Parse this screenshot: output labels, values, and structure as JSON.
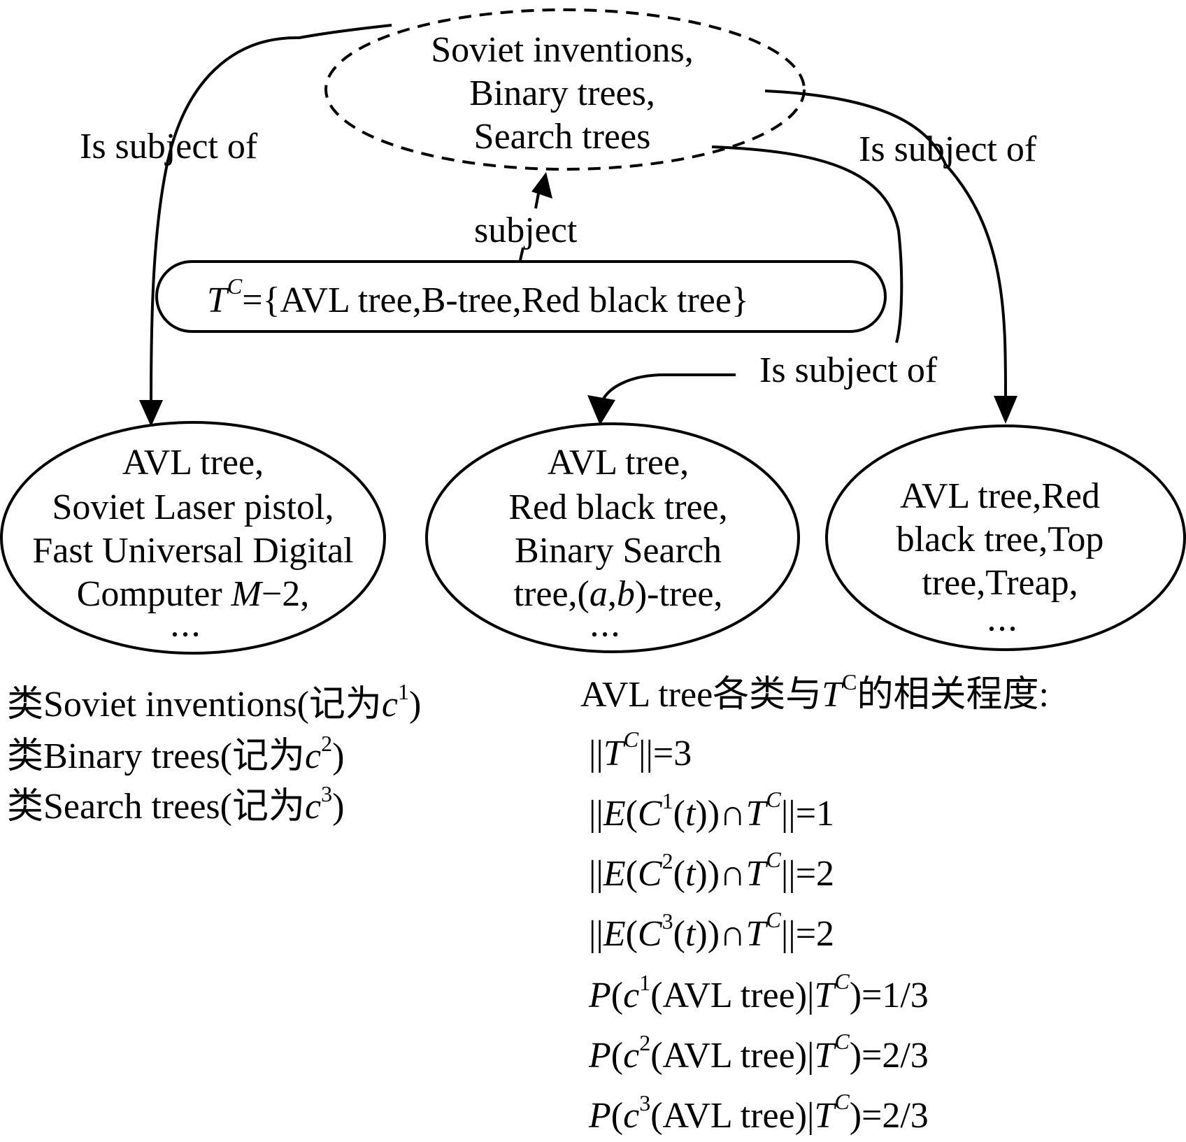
{
  "top_node": {
    "lines": [
      "Soviet inventions,",
      "Binary trees,",
      "Search trees"
    ]
  },
  "edges": {
    "left_label": "Is subject of",
    "right_label": "Is subject of",
    "middle_label": "Is subject of",
    "subject_label": "subject"
  },
  "tc_box": {
    "symbol": "T",
    "superscript": "C",
    "text": "={AVL tree,B-tree,Red black tree}"
  },
  "left_node": {
    "lines": [
      "AVL tree,",
      "Soviet Laser pistol,",
      "Fast Universal Digital"
    ],
    "line4_prefix": "Computer ",
    "line4_italic": "M",
    "line4_suffix": "−2,",
    "ellipsis": "•••"
  },
  "middle_node": {
    "lines": [
      "AVL tree,",
      "Red black tree,",
      "Binary Search"
    ],
    "line4_prefix": "tree,(",
    "line4_a": "a",
    "line4_comma": ",",
    "line4_b": "b",
    "line4_suffix": ")-tree,",
    "ellipsis": "•••"
  },
  "right_node": {
    "lines": [
      "AVL tree,Red",
      "black tree,Top",
      "tree,Treap,"
    ],
    "ellipsis": "•••"
  },
  "class_list": {
    "prefix": "类",
    "note_open": "(记为",
    "var": "c",
    "close": ")",
    "items": [
      {
        "name": "Soviet inventions",
        "sup": "1"
      },
      {
        "name": "Binary trees",
        "sup": "2"
      },
      {
        "name": "Search trees",
        "sup": "3"
      }
    ]
  },
  "relevance": {
    "heading_prefix": "AVL tree各类与",
    "heading_symbol": "T",
    "heading_sup": "C",
    "heading_suffix": "的相关程度:",
    "norm_open": "||",
    "norm_close": "||",
    "tc_value": "=3",
    "E": "E",
    "C": "C",
    "t": "t",
    "T": "T",
    "cap": "∩",
    "intersections": [
      {
        "sup": "1",
        "value": "=1"
      },
      {
        "sup": "2",
        "value": "=2"
      },
      {
        "sup": "3",
        "value": "=2"
      }
    ],
    "P": "P",
    "c": "c",
    "avl": "AVL tree",
    "probabilities": [
      {
        "sup": "1",
        "value": "=1/3"
      },
      {
        "sup": "2",
        "value": "=2/3"
      },
      {
        "sup": "3",
        "value": "=2/3"
      }
    ]
  }
}
